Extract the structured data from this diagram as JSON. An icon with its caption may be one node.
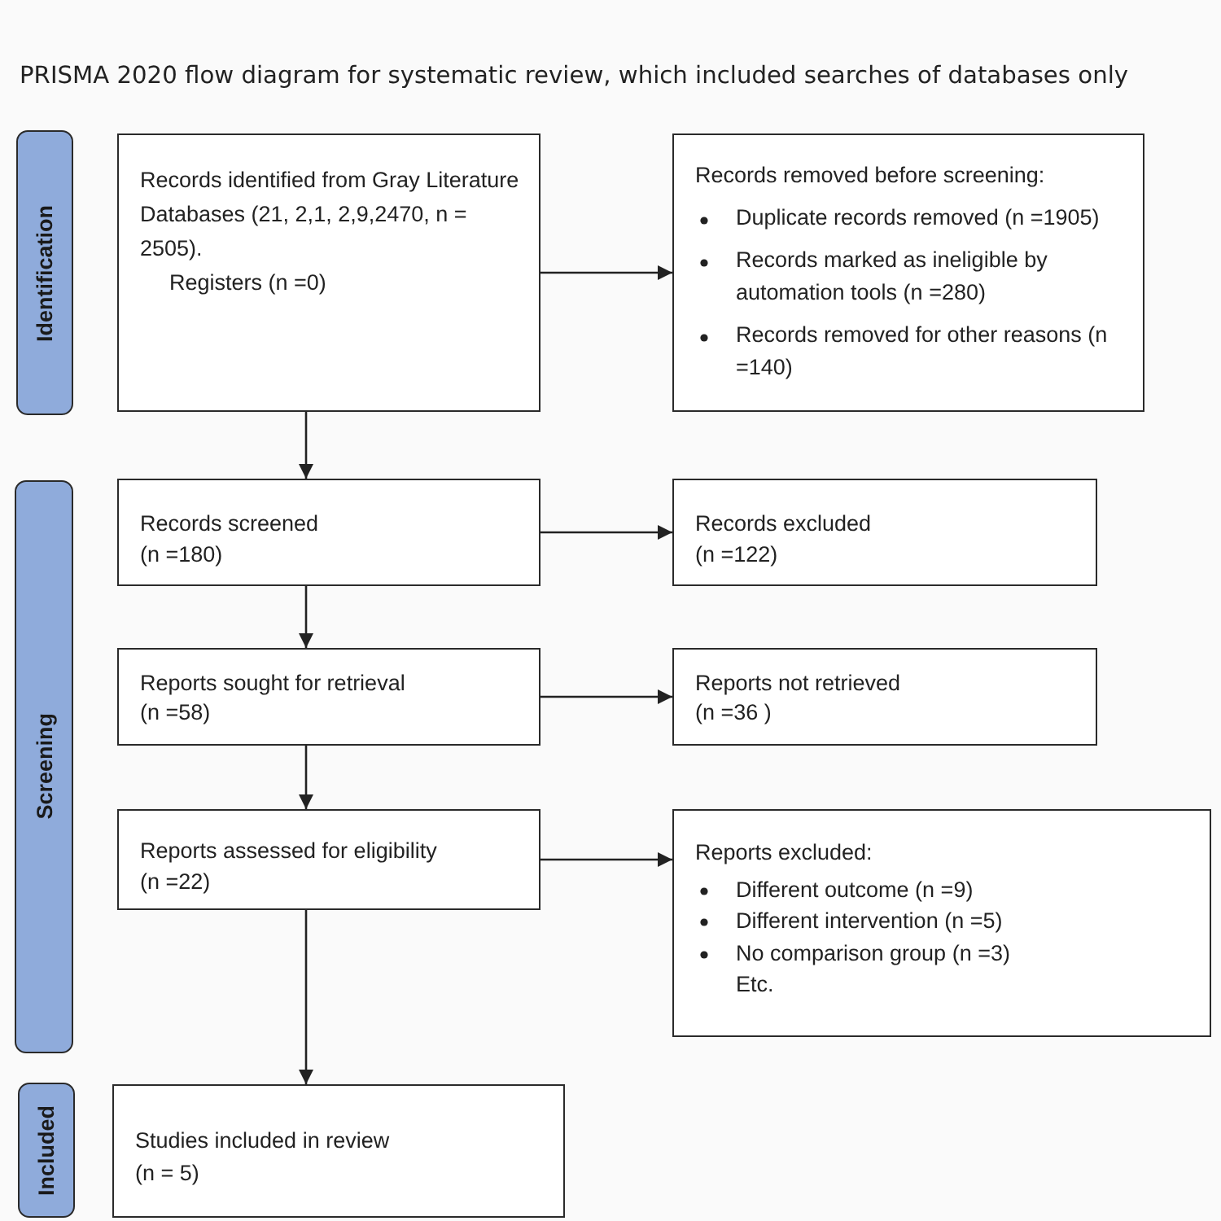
{
  "diagram": {
    "title": "PRISMA 2020 flow diagram for systematic review, which included searches of databases only",
    "nodes": [
      {
        "text": [
          "Identification"
        ]
      },
      {
        "text": [
          "Records identified from Gray Literature Databases (21, 2,1, 2,9,2470, n = 2505).",
          "Registers (n =0)"
        ]
      },
      {
        "text": [
          "Records removed before screening:",
          "Duplicate records removed (n =1905)",
          "Records marked as ineligible by automation tools (n =280)",
          "Records removed for other reasons (n =140)"
        ]
      },
      {
        "text": [
          "Screening"
        ]
      },
      {
        "text": [
          "Records screened",
          "(n =180)"
        ]
      },
      {
        "text": [
          "Records excluded",
          "(n =122)"
        ]
      },
      {
        "text": [
          "Reports sought for retrieval",
          "(n =58)"
        ]
      },
      {
        "text": [
          "Reports not retrieved",
          "(n =36 )"
        ]
      },
      {
        "text": [
          "Reports assessed for eligibility",
          "(n =22)"
        ]
      },
      {
        "text": [
          "Reports excluded:",
          "Different outcome (n =9)",
          "Different intervention (n =5)",
          "No comparison group (n =3)",
          "Etc."
        ]
      },
      {
        "text": [
          "Included"
        ]
      },
      {
        "text": [
          "Studies included in review",
          "(n = 5)"
        ]
      }
    ],
    "edges": [
      {
        "from": 1,
        "to": 2,
        "arrow": "to"
      },
      {
        "from": 1,
        "to": 4,
        "arrow": "to"
      },
      {
        "from": 4,
        "to": 5,
        "arrow": "to"
      },
      {
        "from": 4,
        "to": 6,
        "arrow": "to"
      },
      {
        "from": 6,
        "to": 7,
        "arrow": "to"
      },
      {
        "from": 6,
        "to": 8,
        "arrow": "to"
      },
      {
        "from": 8,
        "to": 9,
        "arrow": "to"
      },
      {
        "from": 8,
        "to": 11,
        "arrow": "to"
      }
    ]
  }
}
